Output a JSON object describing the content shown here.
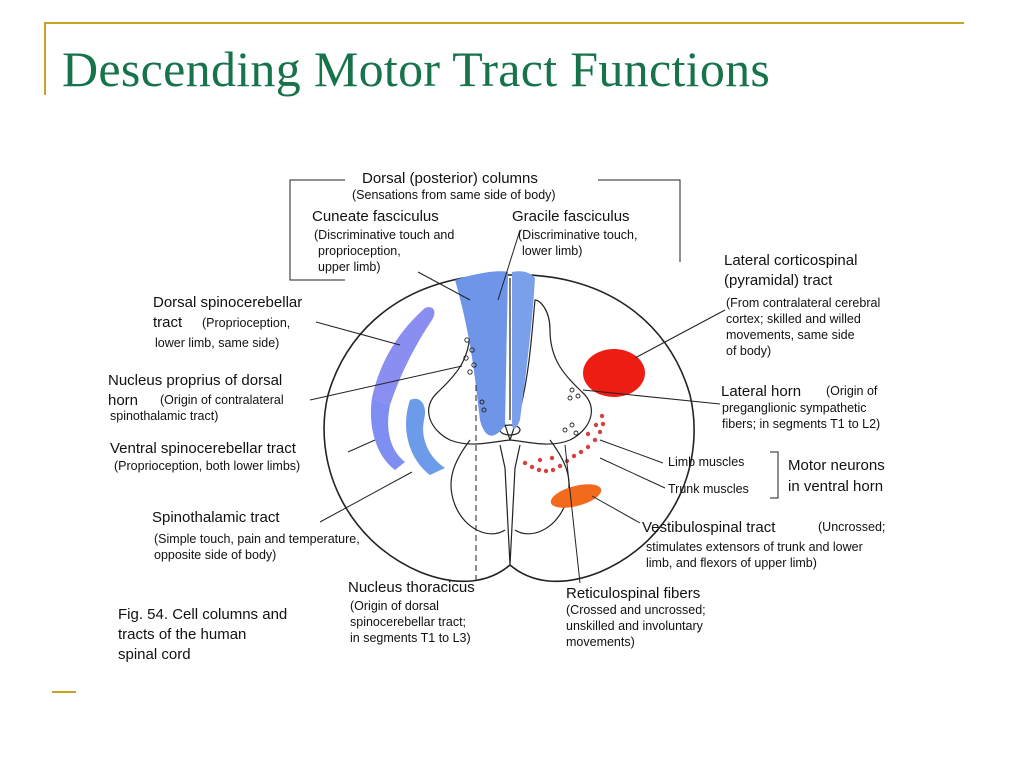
{
  "slide": {
    "title": "Descending Motor Tract Functions",
    "accent_color": "#c9a227",
    "title_color": "#17744a"
  },
  "figure": {
    "caption": [
      "Fig. 54.  Cell columns and",
      "tracts of  the human",
      "spinal cord"
    ],
    "labels": {
      "dorsal_columns": {
        "title": "Dorsal (posterior) columns",
        "desc": "(Sensations from same side of body)"
      },
      "cuneate": {
        "title": "Cuneate fasciculus",
        "desc": [
          "(Discriminative touch and",
          "proprioception,",
          "upper limb)"
        ]
      },
      "gracile": {
        "title": "Gracile fasciculus",
        "desc": [
          "(Discriminative touch,",
          "lower limb)"
        ]
      },
      "lateral_corticospinal": {
        "title": [
          "Lateral corticospinal",
          "(pyramidal) tract"
        ],
        "desc": [
          "(From contralateral cerebral",
          "cortex; skilled and willed",
          "movements, same side",
          "of body)"
        ]
      },
      "dorsal_spinocerebellar": {
        "title": [
          "Dorsal spinocerebellar",
          "tract"
        ],
        "desc_inline": "(Proprioception,",
        "desc": "lower limb, same side)"
      },
      "nucleus_proprius": {
        "title": [
          "Nucleus proprius of dorsal",
          "horn"
        ],
        "desc_inline": "(Origin of contralateral",
        "desc": "spinothalamic tract)"
      },
      "lateral_horn": {
        "title": "Lateral horn",
        "desc_inline": "(Origin of",
        "desc": [
          "preganglionic sympathetic",
          "fibers; in segments T1 to L2)"
        ]
      },
      "ventral_spinocerebellar": {
        "title": "Ventral spinocerebellar tract",
        "desc": "(Proprioception, both lower limbs)"
      },
      "limb_muscles": "Limb muscles",
      "trunk_muscles": "Trunk muscles",
      "motor_neurons": [
        "Motor neurons",
        "in ventral horn"
      ],
      "spinothalamic": {
        "title": "Spinothalamic tract",
        "desc": [
          "(Simple touch, pain and temperature,",
          "opposite side of body)"
        ]
      },
      "vestibulospinal": {
        "title": "Vestibulospinal tract",
        "desc_inline": "(Uncrossed;",
        "desc": [
          "stimulates extensors of trunk and lower",
          "limb, and flexors of upper limb)"
        ]
      },
      "nucleus_thoracicus": {
        "title": "Nucleus thoracicus",
        "desc": [
          "(Origin of dorsal",
          "spinocerebellar tract;",
          "in segments T1 to L3)"
        ]
      },
      "reticulospinal": {
        "title": "Reticulospinal fibers",
        "desc": [
          "(Crossed and uncrossed;",
          "unskilled and involuntary",
          "movements)"
        ]
      }
    },
    "colors": {
      "dorsal_columns": "#6f95e8",
      "dorsal_spinocerebellar": "#8a8ef0",
      "ventral_spinocerebellar": "#7f8ef2",
      "spinothalamic": "#6c9bea",
      "lateral_corticospinal": "#ee1d14",
      "vestibulospinal": "#f26b1c",
      "motor_neurons": "#d64040"
    }
  }
}
